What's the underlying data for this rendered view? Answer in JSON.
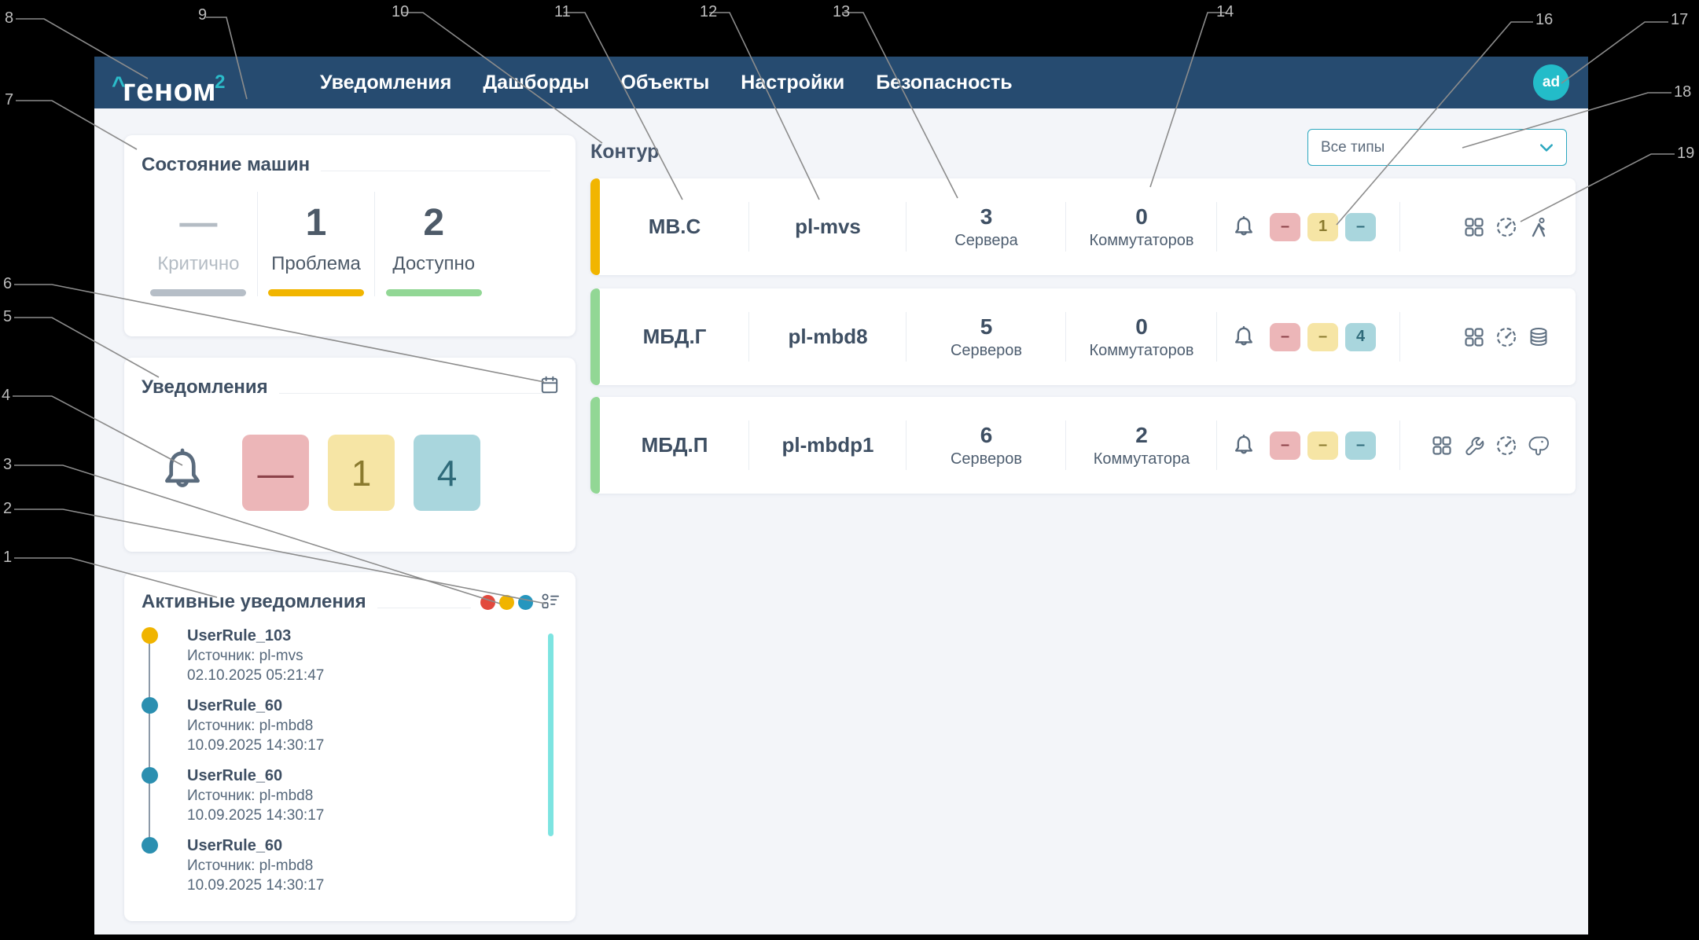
{
  "colors": {
    "accent_teal": "#2bbcca",
    "navbar_blue": "#264b70",
    "critical_gray": "#b6bec7",
    "problem_yellow": "#f1b500",
    "ok_green": "#92d795",
    "badge_pink_bg": "#ecb6b8",
    "badge_yellow_bg": "#f6e5a5",
    "badge_blue_bg": "#a9d6dd",
    "dot_red": "#e2493d",
    "dot_yellow": "#f0b400",
    "dot_blue": "#2596be",
    "scrollbar_teal": "#7de4e1"
  },
  "nav": {
    "logo_caret": "^",
    "logo_text": "геном",
    "logo_sup": "2",
    "items": [
      "Уведомления",
      "Дашборды",
      "Объекты",
      "Настройки",
      "Безопасность"
    ],
    "avatar": "ad"
  },
  "machine_status": {
    "title": "Состояние машин",
    "stats": [
      {
        "value": "—",
        "label": "Критично"
      },
      {
        "value": "1",
        "label": "Проблема"
      },
      {
        "value": "2",
        "label": "Доступно"
      }
    ]
  },
  "notifications": {
    "title": "Уведомления",
    "badges": [
      "—",
      "1",
      "4"
    ]
  },
  "active": {
    "title": "Активные уведомления",
    "items": [
      {
        "title": "UserRule_103",
        "source": "Источник: pl-mvs",
        "time": "02.10.2025 05:21:47"
      },
      {
        "title": "UserRule_60",
        "source": "Источник: pl-mbd8",
        "time": "10.09.2025 14:30:17"
      },
      {
        "title": "UserRule_60",
        "source": "Источник: pl-mbd8",
        "time": "10.09.2025 14:30:17"
      },
      {
        "title": "UserRule_60",
        "source": "Источник: pl-mbd8",
        "time": "10.09.2025 14:30:17"
      }
    ]
  },
  "contour": {
    "title": "Контур",
    "filter_value": "Все типы",
    "rows": [
      {
        "code": "МВ.С",
        "name": "pl-mvs",
        "count1": "3",
        "count1_label": "Сервера",
        "count2": "0",
        "count2_label": "Коммутаторов",
        "badges": [
          "–",
          "1",
          "–"
        ]
      },
      {
        "code": "МБД.Г",
        "name": "pl-mbd8",
        "count1": "5",
        "count1_label": "Серверов",
        "count2": "0",
        "count2_label": "Коммутаторов",
        "badges": [
          "–",
          "–",
          "4"
        ]
      },
      {
        "code": "МБД.П",
        "name": "pl-mbdp1",
        "count1": "6",
        "count1_label": "Серверов",
        "count2": "2",
        "count2_label": "Коммутатора",
        "badges": [
          "–",
          "–",
          "–"
        ]
      }
    ]
  },
  "callouts": {
    "labels": [
      "1",
      "2",
      "3",
      "4",
      "5",
      "6",
      "7",
      "8",
      "9",
      "10",
      "11",
      "12",
      "13",
      "14",
      "16",
      "17",
      "18",
      "19"
    ]
  }
}
